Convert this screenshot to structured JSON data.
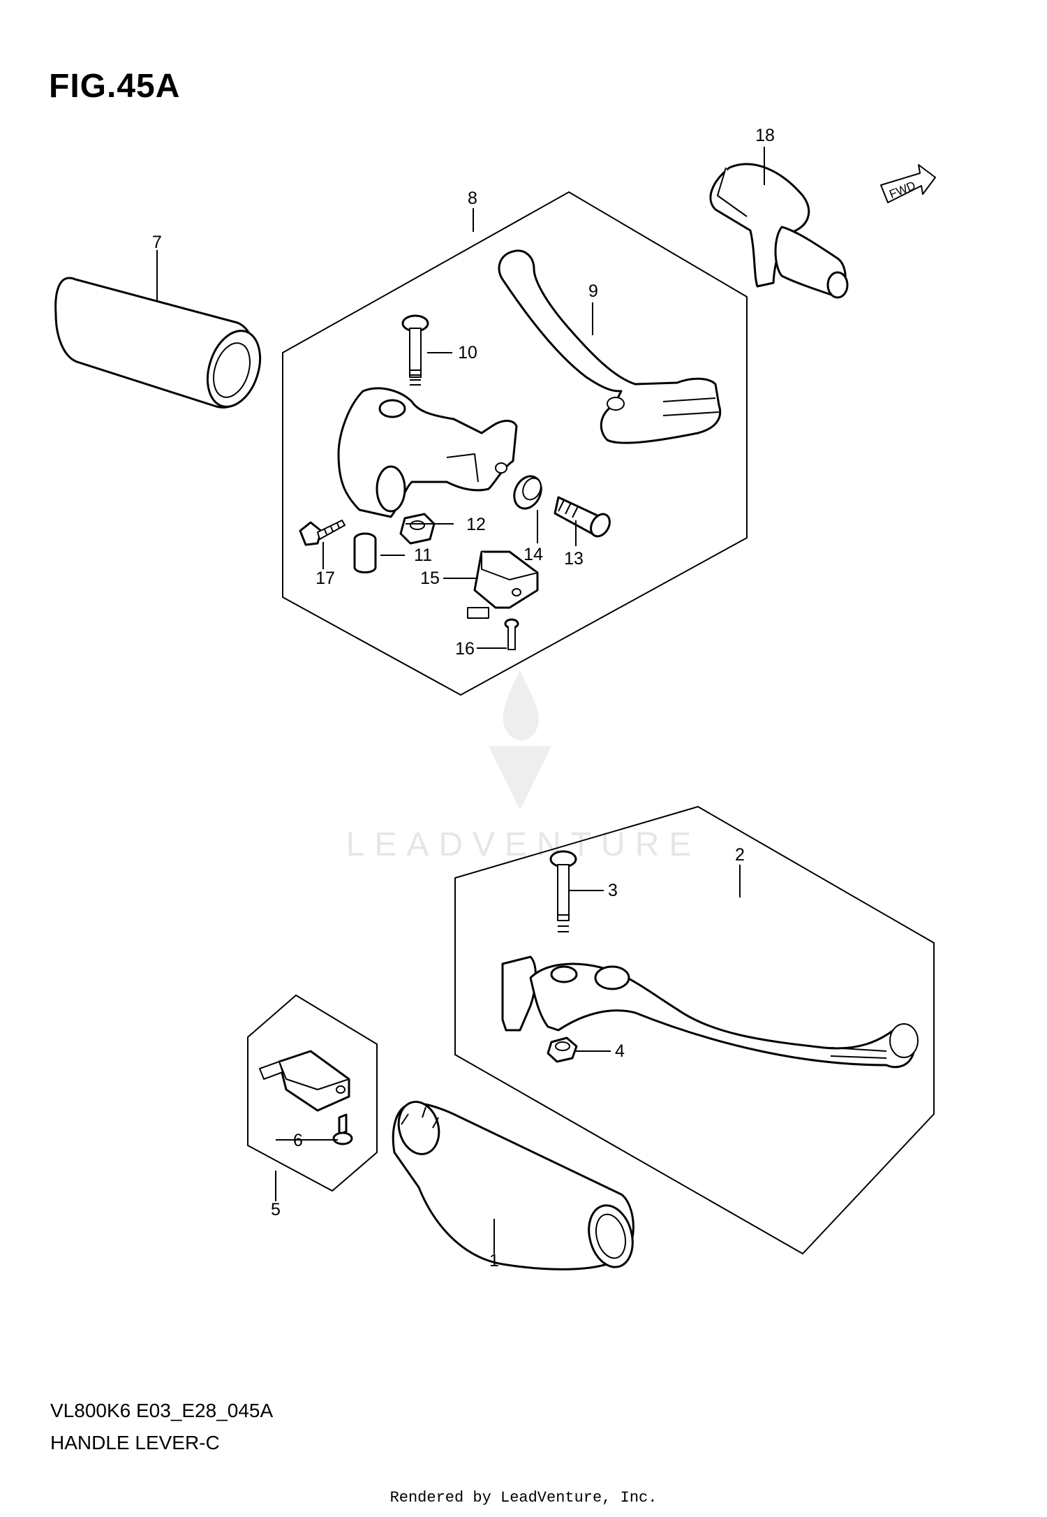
{
  "figure": {
    "title": "FIG.45A",
    "model_code": "VL800K6 E03_E28_045A",
    "name": "HANDLE LEVER-C"
  },
  "forward_indicator": "FWD",
  "watermark": "LEADVENTURE",
  "credit": "Rendered by LeadVenture, Inc.",
  "callouts": [
    "1",
    "2",
    "3",
    "4",
    "5",
    "6",
    "7",
    "8",
    "9",
    "10",
    "11",
    "12",
    "13",
    "14",
    "15",
    "16",
    "17",
    "18"
  ]
}
